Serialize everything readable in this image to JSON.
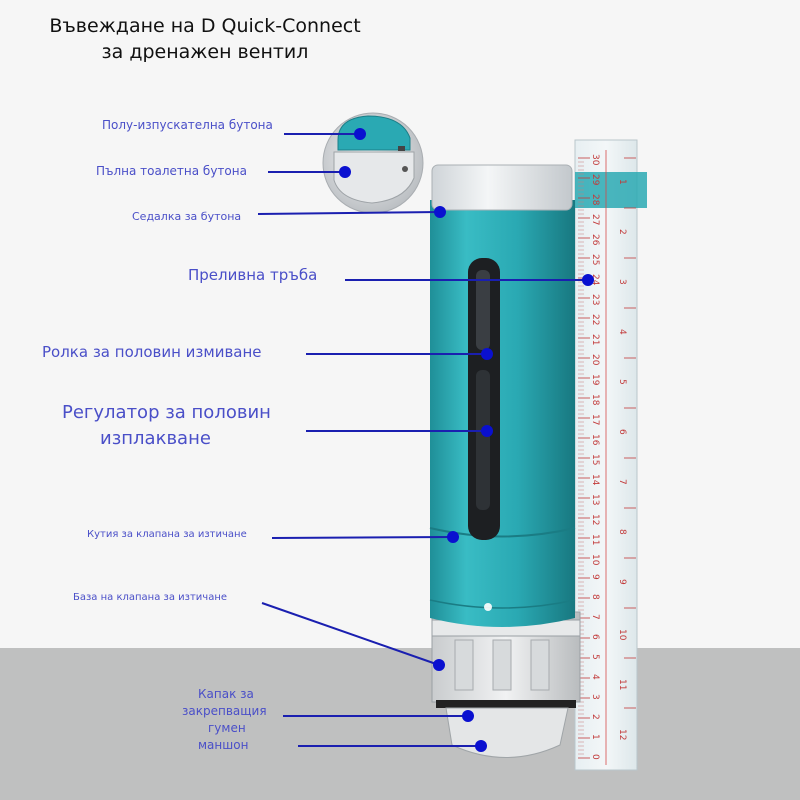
{
  "title": {
    "line1": "Въвеждане на D Quick-Connect",
    "line2": "за дренажен вентил"
  },
  "labels": {
    "half_flush_button": "Полу-изпускателна бутона",
    "full_flush_button": "Пълна тоалетна бутона",
    "button_seat": "Седалка за бутона",
    "overflow_pipe": "Преливна тръба",
    "half_flush_float": "Ролка за половин измиване",
    "half_flush_regulator_line1": "Регулатор за половин",
    "half_flush_regulator_line2": "изплакване",
    "valve_housing": "Кутия за клапана за изтичане",
    "valve_base": "База на клапана за изтичане",
    "seal_cap_line1": "Капак за",
    "seal_cap_line2": "закрепващия",
    "seal_cap_line3": "гумен",
    "seal_cap_line4": "маншон"
  },
  "ruler": {
    "numbers": [
      "30",
      "29",
      "28",
      "27",
      "26",
      "25",
      "24",
      "23",
      "22",
      "21",
      "20",
      "19",
      "18",
      "17",
      "16",
      "15",
      "14",
      "13",
      "12",
      "11",
      "10",
      "9",
      "8",
      "7",
      "6",
      "5",
      "4",
      "3",
      "2",
      "1",
      "0"
    ],
    "inch_marks": [
      "1",
      "2",
      "3",
      "4",
      "5",
      "6",
      "7",
      "8",
      "9",
      "10",
      "11",
      "12"
    ]
  },
  "colors": {
    "label_text": "#4a4fc8",
    "pointer": "#1a1fb0",
    "dot": "#0a10d0",
    "valve_body": "#2aa9b3",
    "valve_cap": "#e9ecef",
    "floor": "#bfc0c0",
    "wall": "#f6f6f6"
  }
}
